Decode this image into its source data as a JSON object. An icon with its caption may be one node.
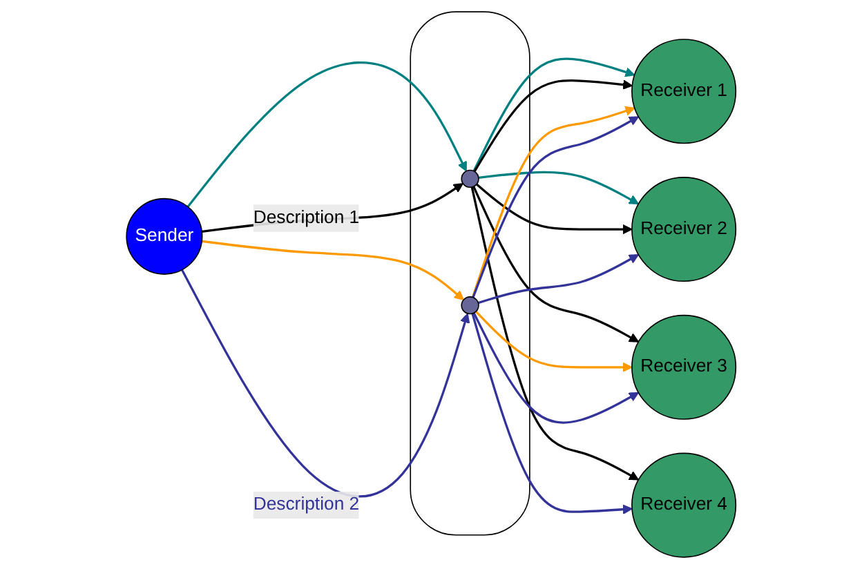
{
  "diagram": {
    "nodes": [
      {
        "text": [
          "Sender"
        ]
      },
      {
        "text": [],
        "shape": "cloud"
      },
      {
        "text": [],
        "shape": "circle",
        "in": 1
      },
      {
        "text": [],
        "shape": "circle",
        "in": 1
      },
      {
        "text": [
          "Receiver 1"
        ]
      },
      {
        "text": [
          "Receiver 2"
        ]
      },
      {
        "text": [
          "Receiver 3"
        ]
      },
      {
        "text": [
          "Receiver 4"
        ]
      }
    ],
    "edges": [
      {
        "from": 0,
        "to": 2,
        "arrow": "to",
        "color": "#008080"
      },
      {
        "from": 0,
        "to": 2,
        "arrow": "to",
        "label": "Description 1",
        "color": "#000000"
      },
      {
        "from": 0,
        "to": 3,
        "arrow": "to",
        "color": "#ff9900"
      },
      {
        "from": 0,
        "to": 3,
        "arrow": "to",
        "label": "Description 2",
        "color": "#333399"
      },
      {
        "from": 2,
        "to": 4,
        "arrow": "to",
        "color": "#008080"
      },
      {
        "from": 2,
        "to": 4,
        "arrow": "to",
        "color": "#000000"
      },
      {
        "from": 2,
        "to": 5,
        "arrow": "to",
        "color": "#008080"
      },
      {
        "from": 2,
        "to": 5,
        "arrow": "to",
        "color": "#000000"
      },
      {
        "from": 2,
        "to": 6,
        "arrow": "to",
        "color": "#000000"
      },
      {
        "from": 2,
        "to": 7,
        "arrow": "to",
        "color": "#000000"
      },
      {
        "from": 3,
        "to": 4,
        "arrow": "to",
        "color": "#ff9900"
      },
      {
        "from": 3,
        "to": 4,
        "arrow": "to",
        "color": "#333399"
      },
      {
        "from": 3,
        "to": 5,
        "arrow": "to",
        "color": "#333399"
      },
      {
        "from": 3,
        "to": 6,
        "arrow": "to",
        "color": "#ff9900"
      },
      {
        "from": 3,
        "to": 6,
        "arrow": "to",
        "color": "#333399"
      },
      {
        "from": 3,
        "to": 7,
        "arrow": "to",
        "color": "#333399"
      }
    ]
  }
}
